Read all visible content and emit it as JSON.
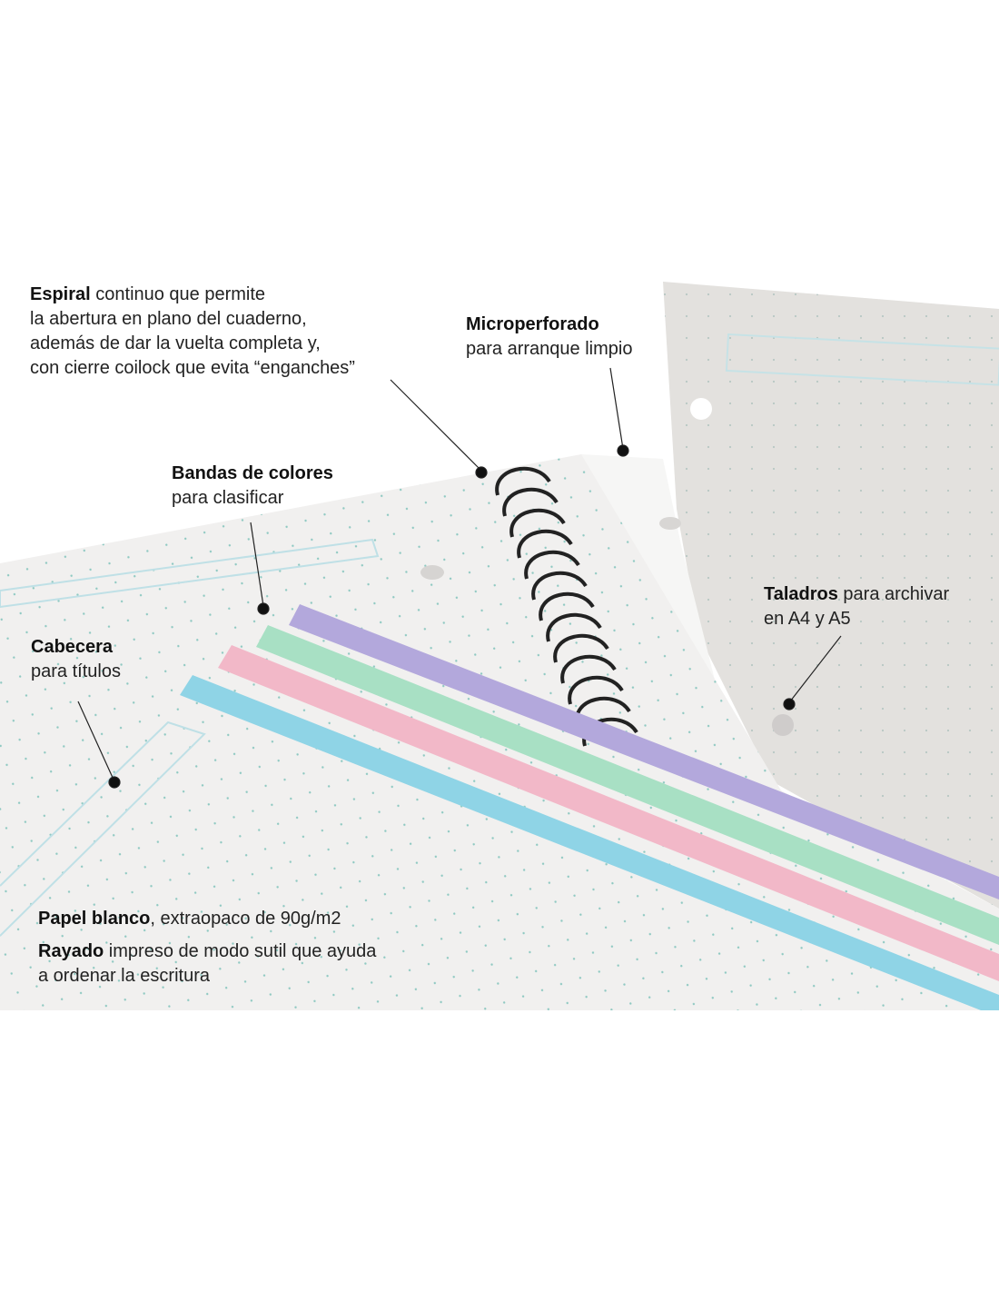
{
  "annotations": {
    "espiral": {
      "bold": "Espiral",
      "line1": " continuo que permite",
      "line2": "la abertura en plano del cuaderno,",
      "line3": "además de dar la vuelta completa y,",
      "line4": "con cierre coilock que evita “enganches”"
    },
    "microperforado": {
      "bold": "Microperforado",
      "line2": "para arranque limpio"
    },
    "bandas": {
      "bold": "Bandas de colores",
      "line2": "para clasificar"
    },
    "taladros": {
      "bold": "Taladros",
      "line1": " para archivar",
      "line2": "en A4 y A5"
    },
    "cabecera": {
      "bold": "Cabecera",
      "line2": "para títulos"
    },
    "papel": {
      "bold": "Papel blanco",
      "line1": ", extraopaco de 90g/m2"
    },
    "rayado": {
      "bold": "Rayado",
      "line1": " impreso de modo sutil que ayuda",
      "line2": "a ordenar la escritura"
    }
  },
  "colors": {
    "purple": "#b3a8dc",
    "green": "#a8e0c4",
    "pink": "#f2b8c8",
    "blue": "#8fd4e6",
    "paper": "#f2f1ef",
    "page_gray": "#e4e2df"
  }
}
